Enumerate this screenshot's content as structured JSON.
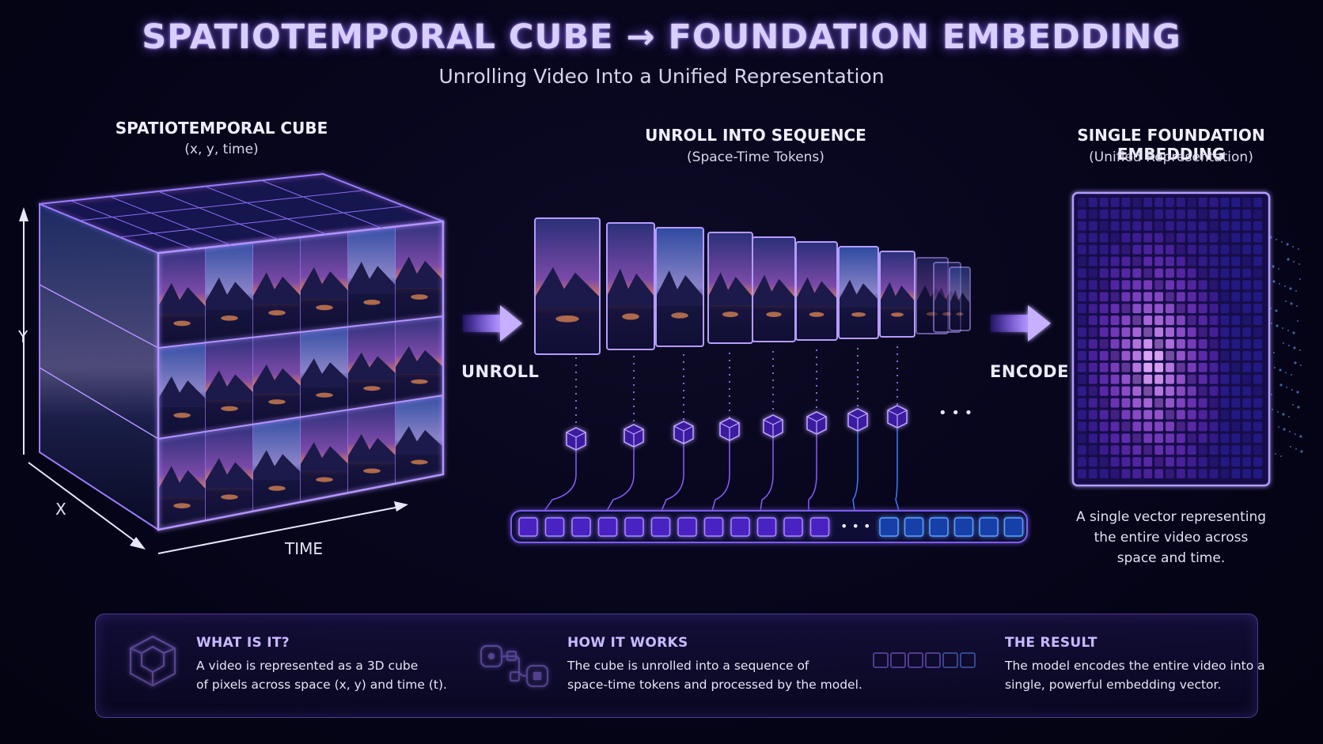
{
  "header": {
    "title": "SPATIOTEMPORAL CUBE → FOUNDATION EMBEDDING",
    "subtitle": "Unrolling Video Into a Unified Representation"
  },
  "cube_section": {
    "heading": "SPATIOTEMPORAL CUBE",
    "subheading": "(x, y, time)",
    "axis_y": "Y",
    "axis_x": "X",
    "axis_time": "TIME"
  },
  "sequence_section": {
    "heading": "UNROLL INTO SEQUENCE",
    "subheading": "(Space-Time Tokens)",
    "step_label": "UNROLL",
    "ellipsis": "• • •"
  },
  "embedding_section": {
    "heading": "SINGLE FOUNDATION EMBEDDING",
    "subheading": "(Unified Representation)",
    "step_label": "ENCODE",
    "description": [
      "A single vector representing",
      "the entire video across",
      "space and time."
    ]
  },
  "info": [
    {
      "icon": "cube-icon",
      "title": "WHAT IS IT?",
      "lines": [
        "A video is represented as a 3D cube",
        "of pixels across space (x, y) and time (t)."
      ]
    },
    {
      "icon": "flow-icon",
      "title": "HOW IT WORKS",
      "lines": [
        "The cube is unrolled into a sequence of",
        "space-time tokens and processed by the model."
      ]
    },
    {
      "icon": "token-row-icon",
      "title": "THE RESULT",
      "lines": [
        "The model encodes the entire video into a",
        "single, powerful embedding vector."
      ]
    }
  ],
  "colors": {
    "accent": "#7b4dff",
    "glow": "#a77bff",
    "token_blue": "#2f7bff",
    "background": "#06051a"
  }
}
